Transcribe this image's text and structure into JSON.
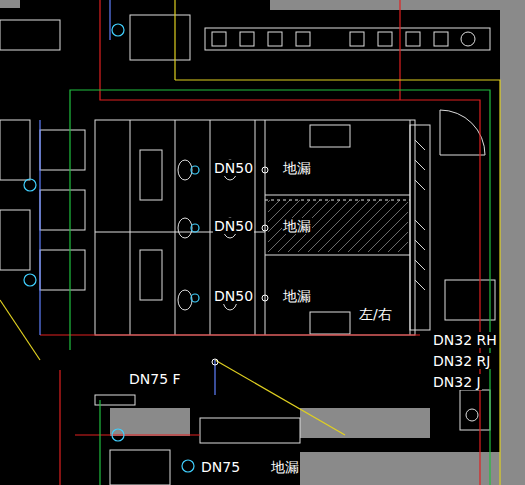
{
  "diagram": {
    "labels": [
      "DN50",
      "地漏",
      "DN50",
      "地漏",
      "DN50",
      "地漏",
      "左/右",
      "DN32 RH",
      "DN32 RJ",
      "DN32 J",
      "DN75 F",
      "DN75",
      "地漏"
    ]
  }
}
